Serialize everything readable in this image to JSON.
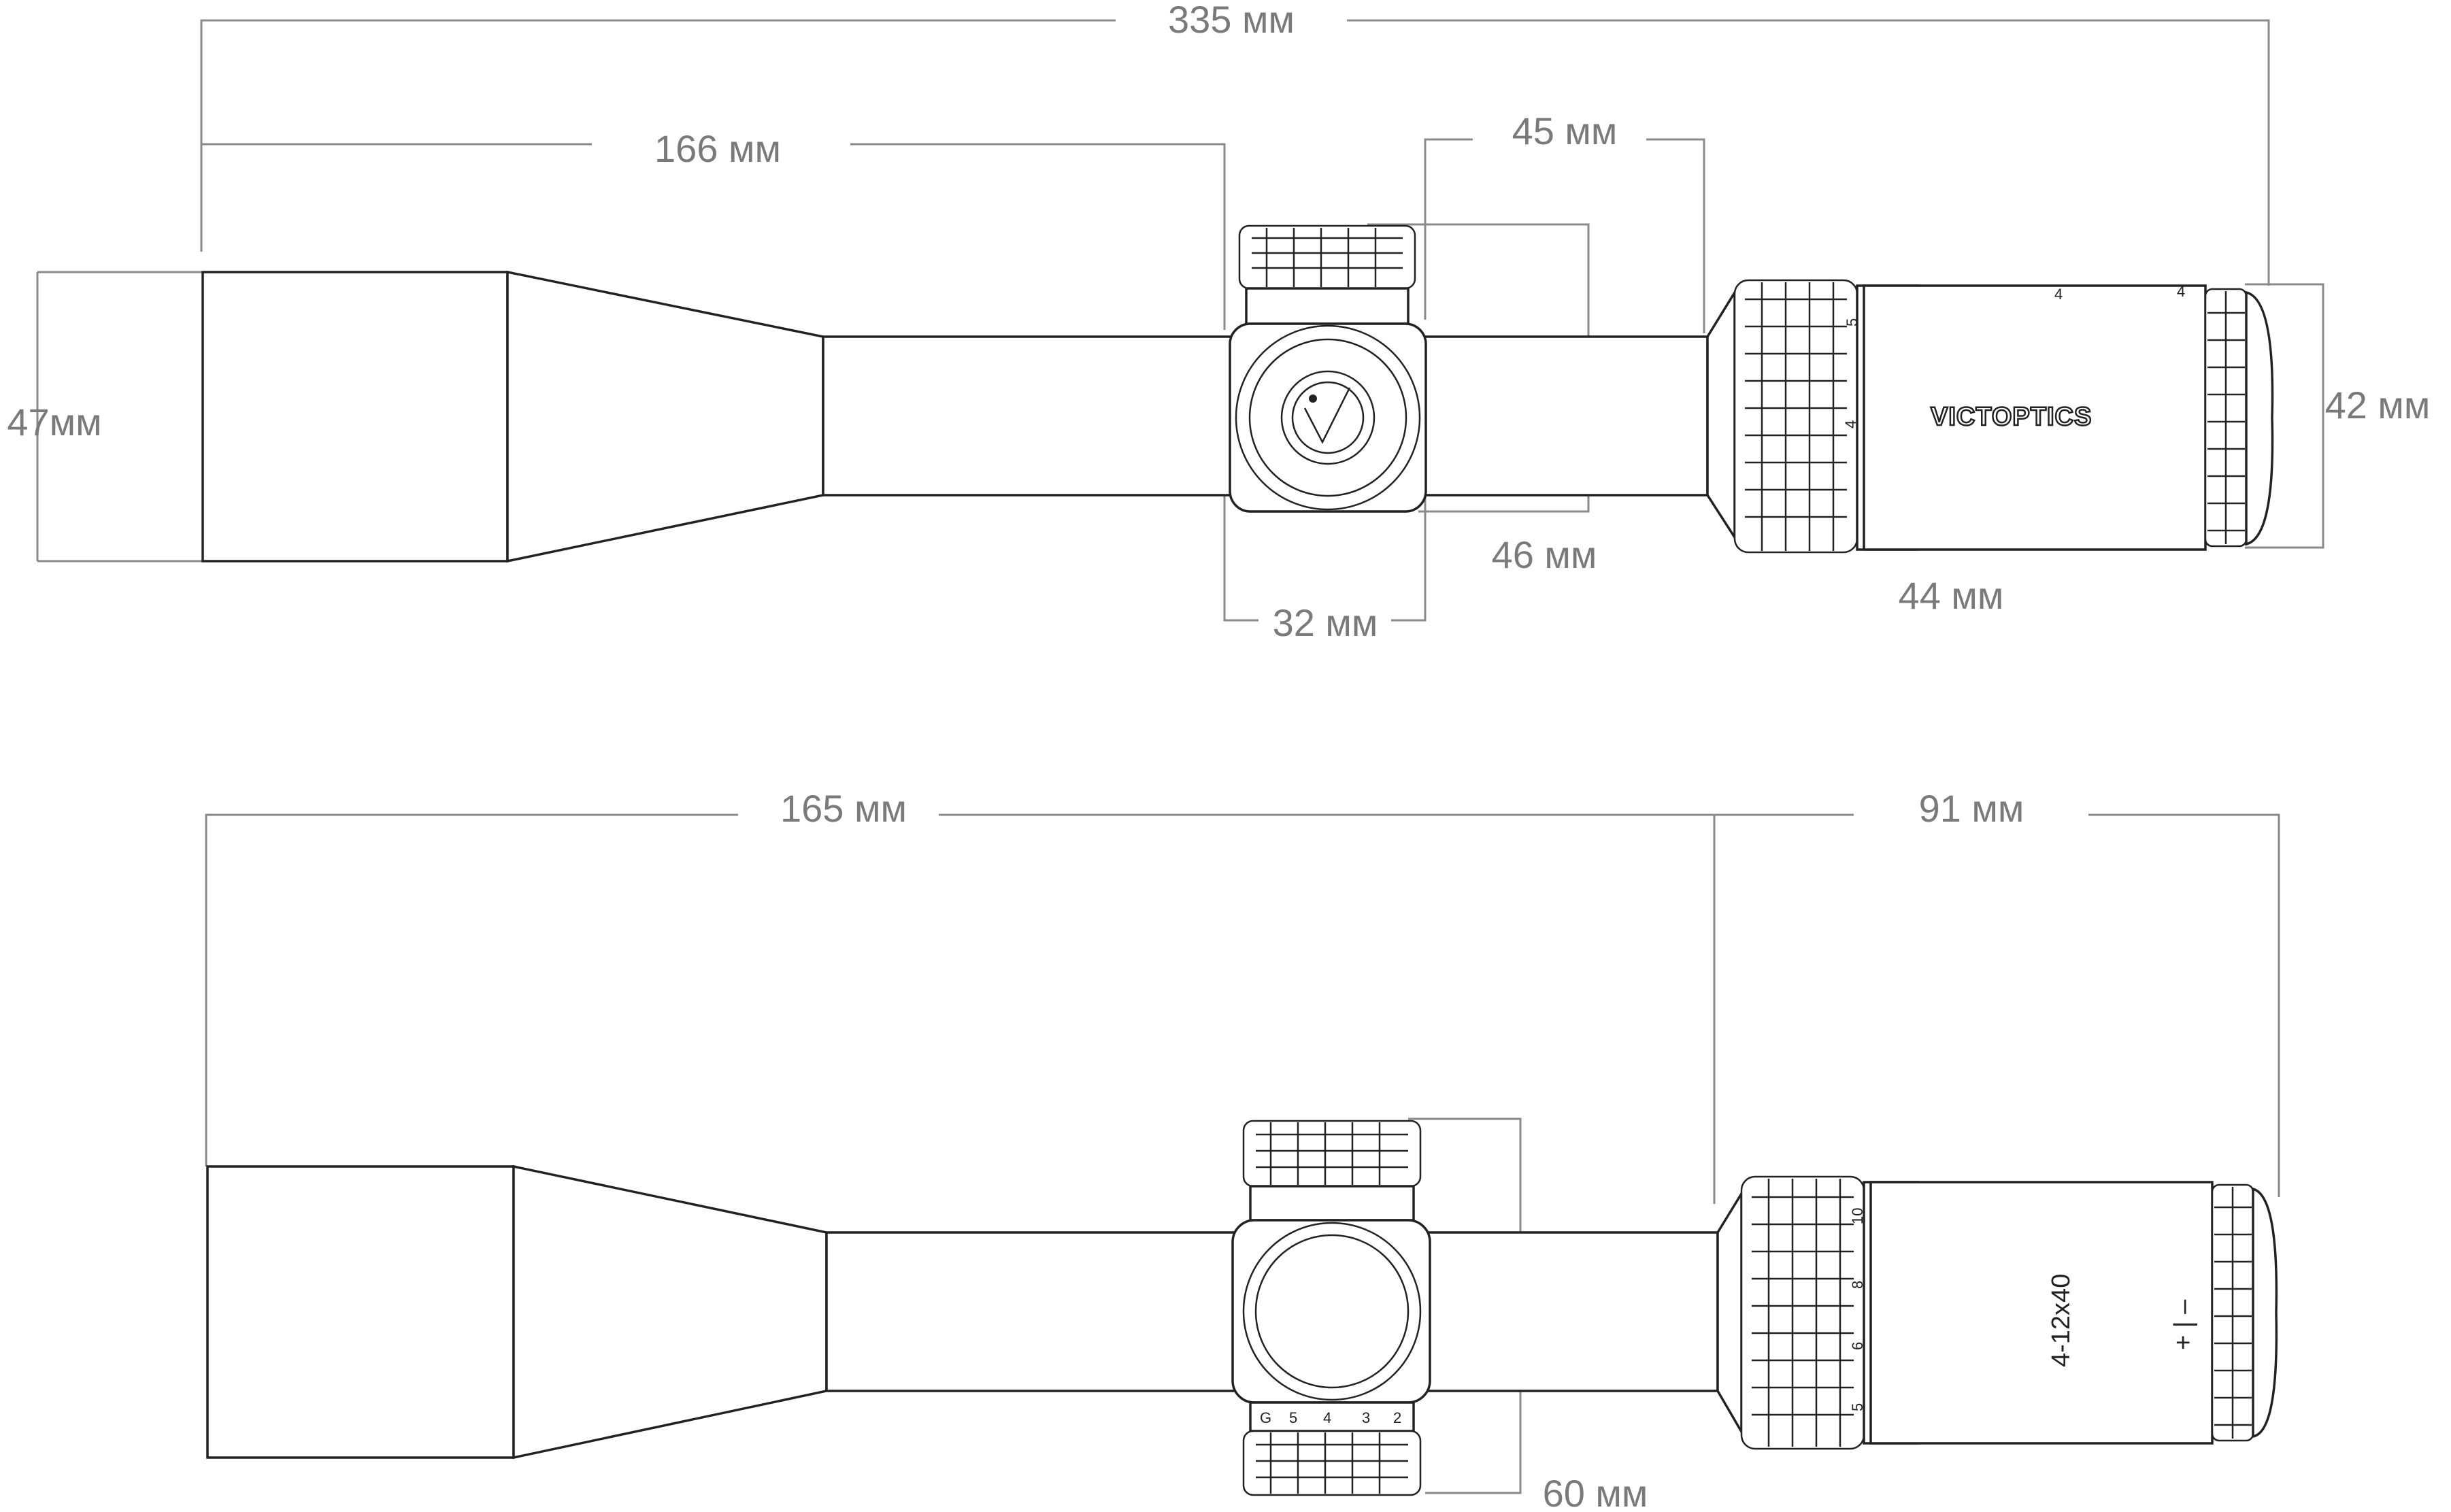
{
  "top_view": {
    "overall_length": "335 мм",
    "objective_to_turret": "166 мм",
    "turret_to_ocular": "45 мм",
    "objective_diameter": "47мм",
    "turret_height": "46 мм",
    "tube_diameter": "32 мм",
    "ocular_length": "44 мм",
    "eyepiece_diameter": "42 мм",
    "brand": "VICTOPTICS",
    "ring_numbers": [
      "5",
      "4"
    ],
    "eyepiece_marks": [
      "4",
      "4"
    ]
  },
  "bottom_view": {
    "front_length": "165 мм",
    "rear_length": "91 мм",
    "turret_width": "60 мм",
    "model": "4-12x40",
    "ring_numbers": [
      "10",
      "8",
      "6",
      "5"
    ],
    "turret_numbers": [
      "G",
      "5",
      "4",
      "3",
      "2"
    ],
    "diopter_marks": "+ | –"
  },
  "colors": {
    "line": "#222222",
    "dimension": "#8a8a8a",
    "dimension_text": "#7a7a7a"
  }
}
